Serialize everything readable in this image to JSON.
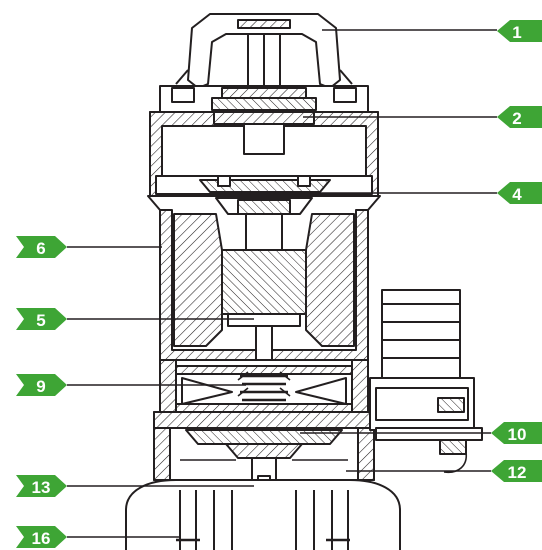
{
  "diagram": {
    "callouts": {
      "c1": "1",
      "c2": "2",
      "c4": "4",
      "c5": "5",
      "c6": "6",
      "c9": "9",
      "c10": "10",
      "c12": "12",
      "c13": "13",
      "c16": "16"
    },
    "colors": {
      "callout_green": "#3ea535",
      "line": "#231f20",
      "background": "#ffffff"
    }
  }
}
